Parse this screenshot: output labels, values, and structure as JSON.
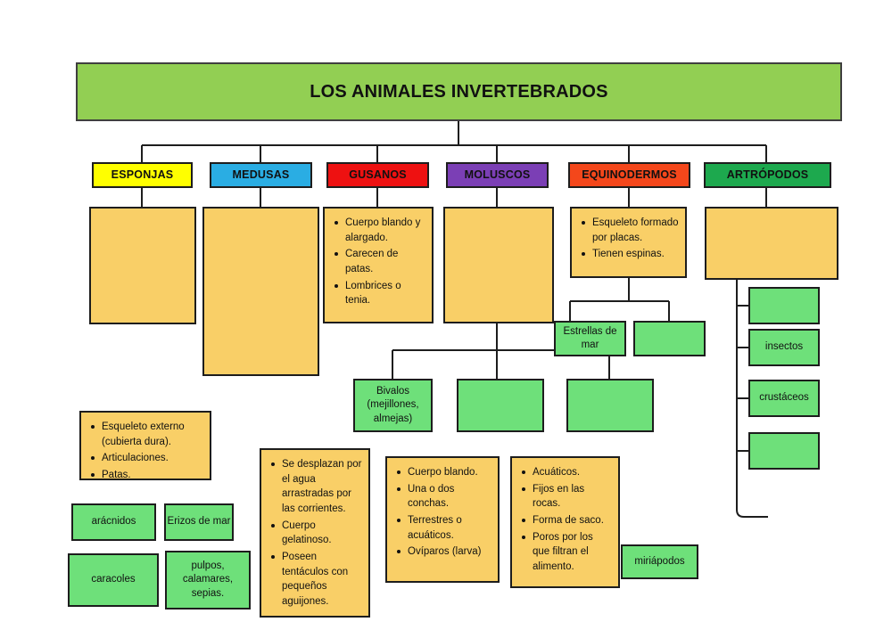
{
  "title": "LOS ANIMALES INVERTEBRADOS",
  "colors": {
    "title_green": "#92cf53",
    "yellow": "#f9cf67",
    "green": "#6ee07a",
    "esponjas": "#ffff00",
    "medusas": "#2aade3",
    "gusanos": "#ee1111",
    "moluscos": "#7b3fb5",
    "equinodermos": "#f4471b",
    "artropodos": "#1da94e",
    "line": "#1d1d1d"
  },
  "categories": [
    {
      "label": "ESPONJAS",
      "color": "#ffff00"
    },
    {
      "label": "MEDUSAS",
      "color": "#2aade3"
    },
    {
      "label": "GUSANOS",
      "color": "#ee1111"
    },
    {
      "label": "MOLUSCOS",
      "color": "#7b3fb5"
    },
    {
      "label": "EQUINODERMOS",
      "color": "#f4471b"
    },
    {
      "label": "ARTRÓPODOS",
      "color": "#1da94e"
    }
  ],
  "detail_boxes": {
    "esponjas": {
      "items": []
    },
    "medusas": {
      "items": []
    },
    "gusanos": {
      "items": [
        "Cuerpo blando y alargado.",
        "Carecen de patas.",
        "Lombrices o tenia."
      ]
    },
    "moluscos": {
      "items": []
    },
    "equinodermos": {
      "items": [
        "Esqueleto formado por placas.",
        "Tienen espinas."
      ]
    },
    "artropodos": {
      "items": []
    }
  },
  "loose_bullet_boxes": [
    {
      "name": "artropodos-traits",
      "items": [
        "Esqueleto externo (cubierta dura).",
        "Articulaciones.",
        "Patas."
      ]
    },
    {
      "name": "medusas-traits",
      "items": [
        "Se desplazan por el agua arrastradas por las corrientes.",
        "Cuerpo gelatinoso.",
        "Poseen tentáculos con pequeños aguijones."
      ]
    },
    {
      "name": "moluscos-traits",
      "items": [
        "Cuerpo blando.",
        "Una o dos conchas.",
        "Terrestres o acuáticos.",
        "Ovíparos (larva)"
      ]
    },
    {
      "name": "esponjas-traits",
      "items": [
        "Acuáticos.",
        "Fijos en las rocas.",
        "Forma de saco.",
        "Poros por los que filtran el alimento."
      ]
    }
  ],
  "leaves": {
    "equinodermos_children": [
      {
        "label": "Estrellas de mar"
      },
      {
        "label": ""
      }
    ],
    "moluscos_children": [
      {
        "label": "Bivalos (mejillones, almejas)"
      },
      {
        "label": ""
      },
      {
        "label": ""
      }
    ],
    "artropodos_children": [
      {
        "label": ""
      },
      {
        "label": "insectos"
      },
      {
        "label": "crustáceos"
      },
      {
        "label": ""
      }
    ],
    "floating": [
      {
        "label": "arácnidos"
      },
      {
        "label": "Erizos de mar"
      },
      {
        "label": "caracoles"
      },
      {
        "label": "pulpos, calamares, sepias."
      },
      {
        "label": "miriápodos"
      }
    ]
  }
}
